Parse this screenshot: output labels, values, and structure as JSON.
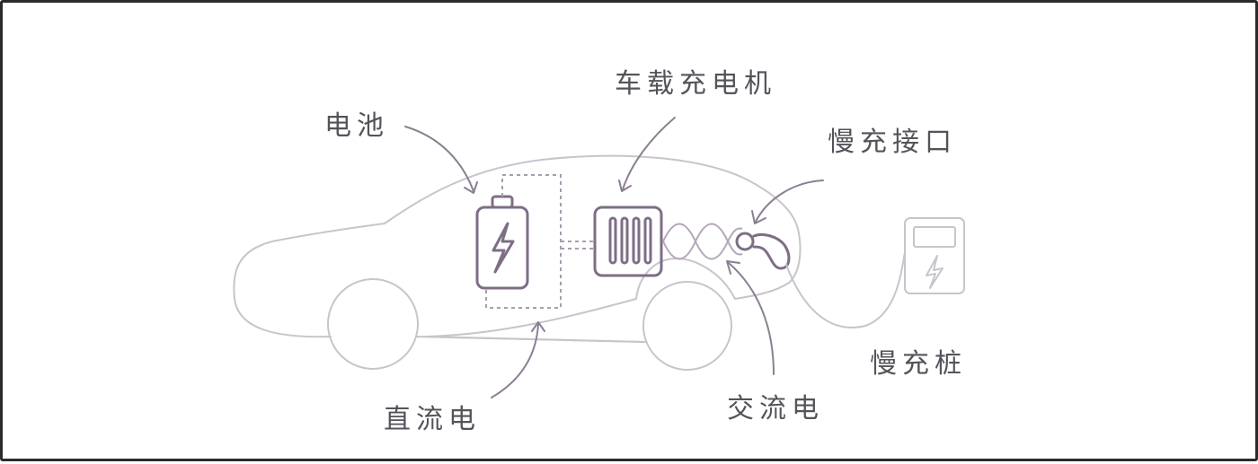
{
  "labels": {
    "battery": "电池",
    "onboard_charger": "车载充电机",
    "slow_charge_port": "慢充接口",
    "slow_charger": "慢充桩",
    "dc": "直流电",
    "ac": "交流电"
  },
  "colors": {
    "outline": "#c9c4cc",
    "component": "#7d6e86",
    "text": "#55535a",
    "border": "#2b2b2b"
  },
  "icons": [
    "battery-icon",
    "charger-module-icon",
    "plug-icon",
    "charging-pile-icon",
    "lightning-icon"
  ]
}
